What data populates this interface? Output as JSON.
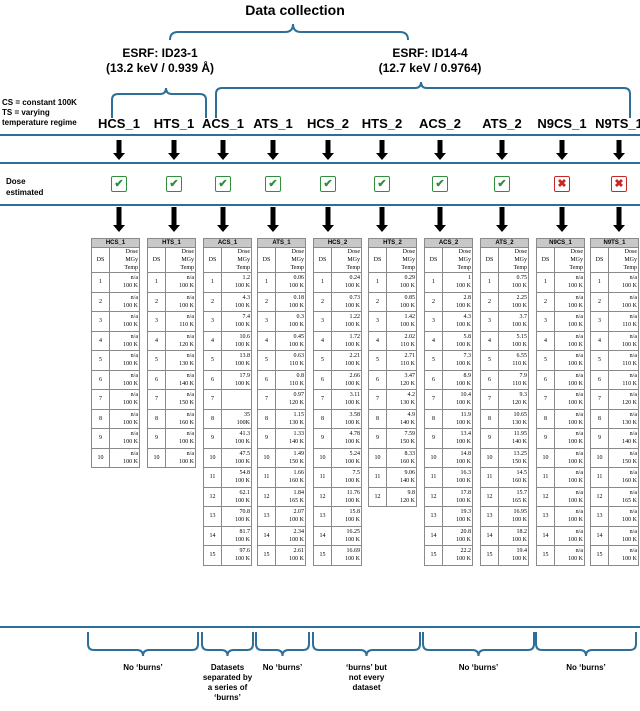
{
  "title": "Data collection",
  "sources": [
    {
      "name": "ESRF: ID23-1",
      "detail": "(13.2 keV / 0.939 Å)"
    },
    {
      "name": "ESRF: ID14-4",
      "detail": "(12.7 keV / 0.9764)"
    }
  ],
  "legend": {
    "cs": "CS = constant 100K",
    "ts1": "TS = varying",
    "ts2": "temperature regime"
  },
  "dose_label": [
    "Dose",
    "estimated"
  ],
  "columns": [
    "HCS_1",
    "HTS_1",
    "ACS_1",
    "ATS_1",
    "HCS_2",
    "HTS_2",
    "ACS_2",
    "ATS_2",
    "N9CS_1",
    "N9TS_1"
  ],
  "dose_estimated": [
    true,
    true,
    true,
    true,
    true,
    true,
    true,
    true,
    false,
    false
  ],
  "table_header": {
    "ds": "DS",
    "h1": "Dose",
    "h2": "MGy",
    "h3": "Temp"
  },
  "tables": [
    {
      "name": "HCS_1",
      "rows": [
        [
          "1",
          "n/a",
          "100 K"
        ],
        [
          "2",
          "n/a",
          "100 K"
        ],
        [
          "3",
          "n/a",
          "100 K"
        ],
        [
          "4",
          "n/a",
          "100 K"
        ],
        [
          "5",
          "n/a",
          "100 K"
        ],
        [
          "6",
          "n/a",
          "100 K"
        ],
        [
          "7",
          "n/a",
          "100 K"
        ],
        [
          "8",
          "n/a",
          "100 K"
        ],
        [
          "9",
          "n/a",
          "100 K"
        ],
        [
          "10",
          "n/a",
          "100 K"
        ]
      ]
    },
    {
      "name": "HTS_1",
      "rows": [
        [
          "1",
          "n/a",
          "100 K"
        ],
        [
          "2",
          "n/a",
          "100 K"
        ],
        [
          "3",
          "n/a",
          "110 K"
        ],
        [
          "4",
          "n/a",
          "120 K"
        ],
        [
          "5",
          "n/a",
          "130 K"
        ],
        [
          "6",
          "n/a",
          "140 K"
        ],
        [
          "7",
          "n/a",
          "150 K"
        ],
        [
          "8",
          "n/a",
          "160 K"
        ],
        [
          "9",
          "n/a",
          "100 K"
        ],
        [
          "10",
          "n/a",
          "100 K"
        ]
      ]
    },
    {
      "name": "ACS_1",
      "rows": [
        [
          "1",
          "1.2",
          "100 K"
        ],
        [
          "2",
          "4.3",
          "100 K"
        ],
        [
          "3",
          "7.4",
          "100 K"
        ],
        [
          "4",
          "10.6",
          "100 K"
        ],
        [
          "5",
          "13.8",
          "100 K"
        ],
        [
          "6",
          "17.9",
          "100 K"
        ],
        [
          "7",
          "",
          ""
        ],
        [
          "8",
          "35",
          "100K"
        ],
        [
          "9",
          "41.3",
          "100 K"
        ],
        [
          "10",
          "47.5",
          "100 K"
        ],
        [
          "11",
          "54.8",
          "100 K"
        ],
        [
          "12",
          "62.1",
          "100 K"
        ],
        [
          "13",
          "70.8",
          "100 K"
        ],
        [
          "14",
          "81.7",
          "100 K"
        ],
        [
          "15",
          "97.6",
          "100 K"
        ]
      ]
    },
    {
      "name": "ATS_1",
      "rows": [
        [
          "1",
          "0.06",
          "100 K"
        ],
        [
          "2",
          "0.18",
          "100 K"
        ],
        [
          "3",
          "0.3",
          "100 K"
        ],
        [
          "4",
          "0.45",
          "100 K"
        ],
        [
          "5",
          "0.63",
          "110 K"
        ],
        [
          "6",
          "0.8",
          "110 K"
        ],
        [
          "7",
          "0.97",
          "120 K"
        ],
        [
          "8",
          "1.15",
          "130 K"
        ],
        [
          "9",
          "1.33",
          "140 K"
        ],
        [
          "10",
          "1.49",
          "150 K"
        ],
        [
          "11",
          "1.66",
          "160 K"
        ],
        [
          "12",
          "1.84",
          "165 K"
        ],
        [
          "13",
          "2.07",
          "100 K"
        ],
        [
          "14",
          "2.34",
          "100 K"
        ],
        [
          "15",
          "2.61",
          "100 K"
        ]
      ]
    },
    {
      "name": "HCS_2",
      "rows": [
        [
          "1",
          "0.24",
          "100 K"
        ],
        [
          "2",
          "0.73",
          "100 K"
        ],
        [
          "3",
          "1.22",
          "100 K"
        ],
        [
          "4",
          "1.72",
          "100 K"
        ],
        [
          "5",
          "2.21",
          "100 K"
        ],
        [
          "6",
          "2.66",
          "100 K"
        ],
        [
          "7",
          "3.11",
          "100 K"
        ],
        [
          "8",
          "3.58",
          "100 K"
        ],
        [
          "9",
          "4.78",
          "100 K"
        ],
        [
          "10",
          "5.24",
          "100 K"
        ],
        [
          "11",
          "7.5",
          "100 K"
        ],
        [
          "12",
          "11.76",
          "100 K"
        ],
        [
          "13",
          "15.8",
          "100 K"
        ],
        [
          "14",
          "16.25",
          "100 K"
        ],
        [
          "15",
          "16.69",
          "100 K"
        ]
      ]
    },
    {
      "name": "HTS_2",
      "rows": [
        [
          "1",
          "0.29",
          "100 K"
        ],
        [
          "2",
          "0.85",
          "100 K"
        ],
        [
          "3",
          "1.42",
          "100 K"
        ],
        [
          "4",
          "2.02",
          "110 K"
        ],
        [
          "5",
          "2.71",
          "110 K"
        ],
        [
          "6",
          "3.47",
          "120 K"
        ],
        [
          "7",
          "4.2",
          "130 K"
        ],
        [
          "8",
          "4.9",
          "140 K"
        ],
        [
          "9",
          "7.59",
          "150 K"
        ],
        [
          "10",
          "8.33",
          "160 K"
        ],
        [
          "11",
          "9.06",
          "140 K"
        ],
        [
          "12",
          "9.8",
          "120 K"
        ]
      ]
    },
    {
      "name": "ACS_2",
      "rows": [
        [
          "1",
          "1",
          "100 K"
        ],
        [
          "2",
          "2.8",
          "100 K"
        ],
        [
          "3",
          "4.3",
          "100 K"
        ],
        [
          "4",
          "5.8",
          "100 K"
        ],
        [
          "5",
          "7.3",
          "100 K"
        ],
        [
          "6",
          "8.9",
          "100 K"
        ],
        [
          "7",
          "10.4",
          "100 K"
        ],
        [
          "8",
          "11.9",
          "100 K"
        ],
        [
          "9",
          "13.4",
          "100 K"
        ],
        [
          "10",
          "14.8",
          "100 K"
        ],
        [
          "11",
          "16.3",
          "100 K"
        ],
        [
          "12",
          "17.8",
          "100 K"
        ],
        [
          "13",
          "19.3",
          "100 K"
        ],
        [
          "14",
          "20.8",
          "100 K"
        ],
        [
          "15",
          "22.2",
          "100 K"
        ]
      ]
    },
    {
      "name": "ATS_2",
      "rows": [
        [
          "1",
          "0.75",
          "100 K"
        ],
        [
          "2",
          "2.25",
          "100 K"
        ],
        [
          "3",
          "3.7",
          "100 K"
        ],
        [
          "4",
          "5.15",
          "100 K"
        ],
        [
          "5",
          "6.55",
          "110 K"
        ],
        [
          "6",
          "7.9",
          "110 K"
        ],
        [
          "7",
          "9.3",
          "120 K"
        ],
        [
          "8",
          "10.65",
          "130 K"
        ],
        [
          "9",
          "11.95",
          "140 K"
        ],
        [
          "10",
          "13.25",
          "150 K"
        ],
        [
          "11",
          "14.5",
          "160 K"
        ],
        [
          "12",
          "15.7",
          "165 K"
        ],
        [
          "13",
          "16.95",
          "100 K"
        ],
        [
          "14",
          "18.2",
          "100 K"
        ],
        [
          "15",
          "19.4",
          "100 K"
        ]
      ]
    },
    {
      "name": "N9CS_1",
      "rows": [
        [
          "1",
          "n/a",
          "100 K"
        ],
        [
          "2",
          "n/a",
          "100 K"
        ],
        [
          "3",
          "n/a",
          "100 K"
        ],
        [
          "4",
          "n/a",
          "100 K"
        ],
        [
          "5",
          "n/a",
          "100 K"
        ],
        [
          "6",
          "n/a",
          "100 K"
        ],
        [
          "7",
          "n/a",
          "100 K"
        ],
        [
          "8",
          "n/a",
          "100 K"
        ],
        [
          "9",
          "n/a",
          "100 K"
        ],
        [
          "10",
          "n/a",
          "100 K"
        ],
        [
          "11",
          "n/a",
          "100 K"
        ],
        [
          "12",
          "n/a",
          "100 K"
        ],
        [
          "13",
          "n/a",
          "100 K"
        ],
        [
          "14",
          "n/a",
          "100 K"
        ],
        [
          "15",
          "n/a",
          "100 K"
        ]
      ]
    },
    {
      "name": "N9TS_1",
      "rows": [
        [
          "1",
          "n/a",
          "100 K"
        ],
        [
          "2",
          "n/a",
          "100 K"
        ],
        [
          "3",
          "n/a",
          "110 K"
        ],
        [
          "4",
          "n/a",
          "100 K"
        ],
        [
          "5",
          "n/a",
          "110 K"
        ],
        [
          "6",
          "n/a",
          "110 K"
        ],
        [
          "7",
          "n/a",
          "120 K"
        ],
        [
          "8",
          "n/a",
          "130 K"
        ],
        [
          "9",
          "n/a",
          "140 K"
        ],
        [
          "10",
          "n/a",
          "150 K"
        ],
        [
          "11",
          "n/a",
          "160 K"
        ],
        [
          "12",
          "n/a",
          "165 K"
        ],
        [
          "13",
          "n/a",
          "100 K"
        ],
        [
          "14",
          "n/a",
          "100 K"
        ],
        [
          "15",
          "n/a",
          "100 K"
        ]
      ]
    }
  ],
  "notes": [
    [
      "No ‘burns’"
    ],
    [
      "Datasets",
      "separated by",
      "a series of",
      "‘burns’"
    ],
    [
      "No ‘burns’"
    ],
    [
      "‘burns’ but",
      "not every",
      "dataset"
    ],
    [
      "No ‘burns’"
    ],
    [
      "No ‘burns’"
    ]
  ],
  "colors": {
    "bracket": "#2e6f97",
    "check": "#2f8f3f",
    "cross": "#c62828",
    "header": "#c8c8c8"
  }
}
